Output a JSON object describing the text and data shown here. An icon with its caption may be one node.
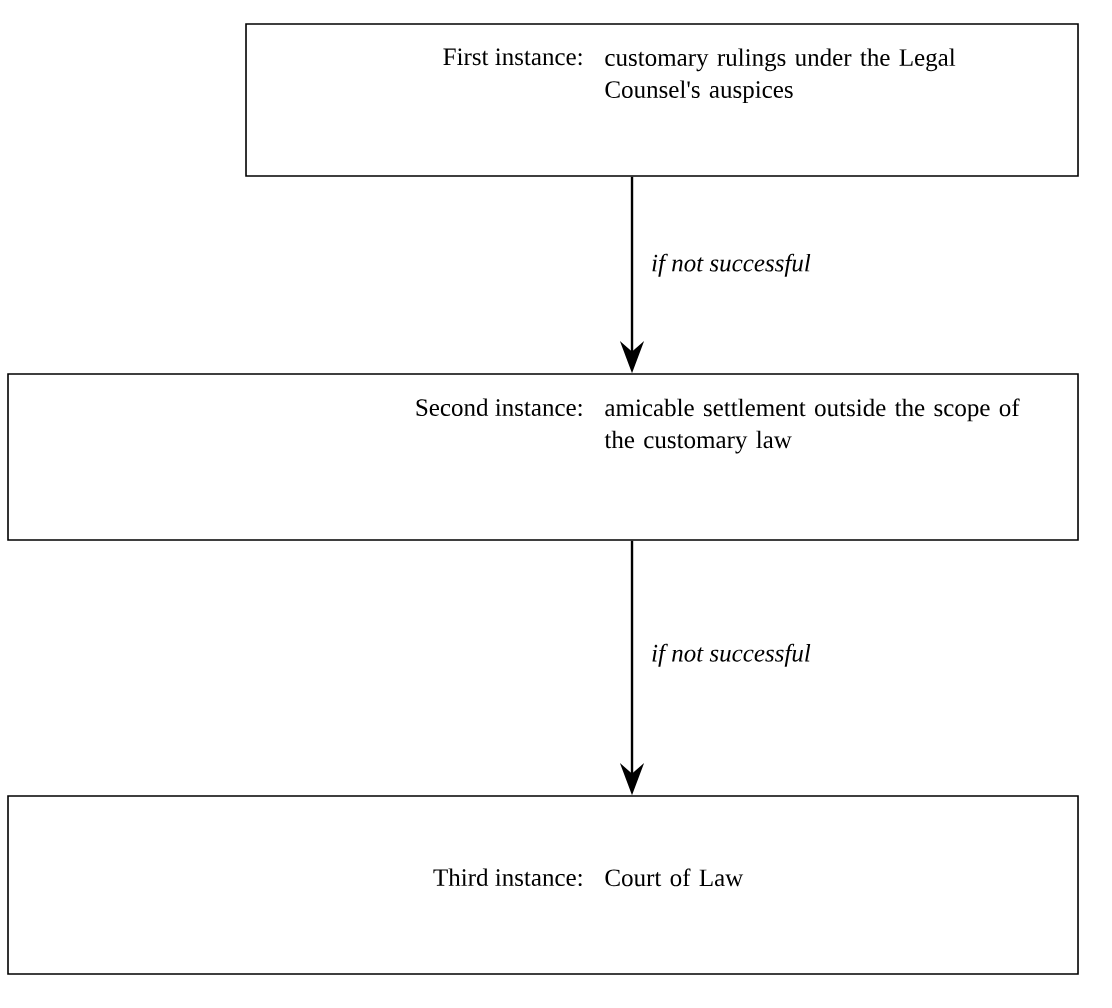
{
  "diagram": {
    "nodes": [
      {
        "text": [
          "First instance:",
          "customary rulings under the Legal Counsel's auspices"
        ]
      },
      {
        "text": [
          "Second instance:",
          "amicable settlement outside the scope of the customary law"
        ]
      },
      {
        "text": [
          "Third instance:",
          "Court of Law"
        ]
      }
    ],
    "edges": [
      {
        "from": 0,
        "to": 1,
        "arrow": "to",
        "label": "if not successful"
      },
      {
        "from": 1,
        "to": 2,
        "arrow": "to",
        "label": "if not successful"
      }
    ]
  }
}
